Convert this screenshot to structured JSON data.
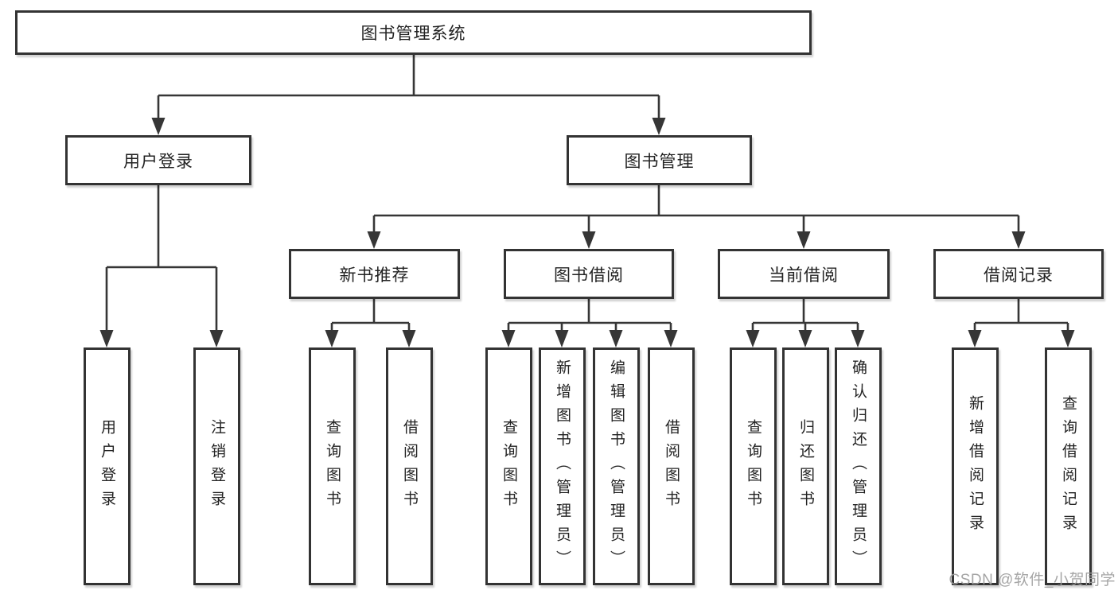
{
  "tree": {
    "root": {
      "label": "图书管理系统",
      "children": [
        {
          "label": "用户登录",
          "children": [
            {
              "label": "用户登录"
            },
            {
              "label": "注销登录"
            }
          ]
        },
        {
          "label": "图书管理",
          "children": [
            {
              "label": "新书推荐",
              "children": [
                {
                  "label": "查询图书"
                },
                {
                  "label": "借阅图书"
                }
              ]
            },
            {
              "label": "图书借阅",
              "children": [
                {
                  "label": "查询图书"
                },
                {
                  "label": "新增图书（管理员）"
                },
                {
                  "label": "编辑图书（管理员）"
                },
                {
                  "label": "借阅图书"
                }
              ]
            },
            {
              "label": "当前借阅",
              "children": [
                {
                  "label": "查询图书"
                },
                {
                  "label": "归还图书"
                },
                {
                  "label": "确认归还（管理员）"
                }
              ]
            },
            {
              "label": "借阅记录",
              "children": [
                {
                  "label": "新增借阅记录"
                },
                {
                  "label": "查询借阅记录"
                }
              ]
            }
          ]
        }
      ]
    }
  },
  "watermark": {
    "text": "CSDN @软件_小贺同学"
  },
  "colors": {
    "line": "#363636",
    "border": "#333333",
    "text": "#222222",
    "watermark": "#9e9e9e",
    "background": "#ffffff"
  }
}
